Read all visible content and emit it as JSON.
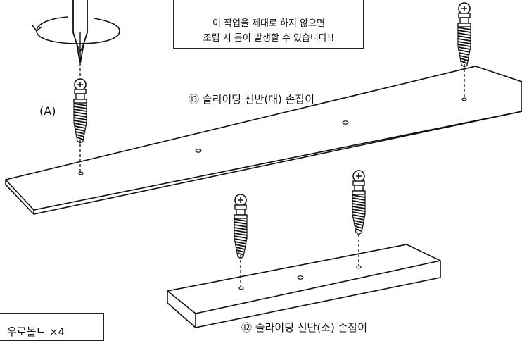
{
  "warning": {
    "line1": "이 작업을 제대로 하지 않으면",
    "line2": "조립 시 틈이 발생할 수 있습니다!!"
  },
  "labels": {
    "long_part": "⑬ 슬리이딩 선반(대) 손잡이",
    "short_part": "⑫ 슬라이딩 선반(소) 손잡이",
    "screw_a": "(A)"
  },
  "bolt_box": {
    "text": "우로볼트 ×4"
  },
  "icons": [
    "screwdriver-icon",
    "rotation-arrow-icon",
    "screw-icon",
    "warning-screw-icon"
  ]
}
